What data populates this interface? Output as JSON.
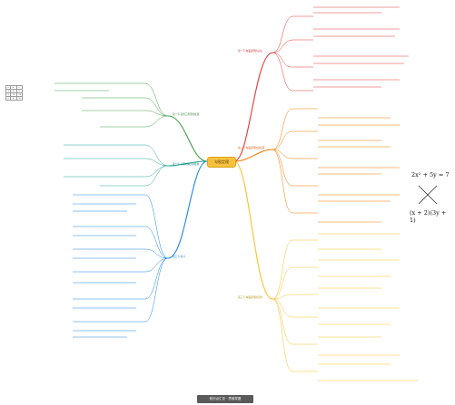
{
  "center_title": "勾股定理",
  "footer_text": "知识点汇总 · 思维导图",
  "right_branches": [
    {
      "label": "第一节 勾股定理的认识",
      "color": "#e53935"
    },
    {
      "label": "第二节 勾股定理的逆定理",
      "color": "#f57c00"
    },
    {
      "label": "第三节 勾股定理的应用",
      "color": "#fbc02d"
    }
  ],
  "left_branches": [
    {
      "label": "第一节 直角三角形的性质",
      "color": "#43a047"
    },
    {
      "label": "第二节 平面内两点的距离",
      "color": "#26a69a"
    },
    {
      "label": "第三节 练习",
      "color": "#1e88e5"
    }
  ],
  "math_block": {
    "line1": "2x² + 5y = 7",
    "line2": "(x + 2)(3y + 1)"
  },
  "mini_table": [
    [
      "a",
      "b",
      "c"
    ],
    [
      "3",
      "4",
      "5"
    ],
    [
      "5",
      "12",
      "13"
    ],
    [
      "6",
      "8",
      "10"
    ]
  ]
}
